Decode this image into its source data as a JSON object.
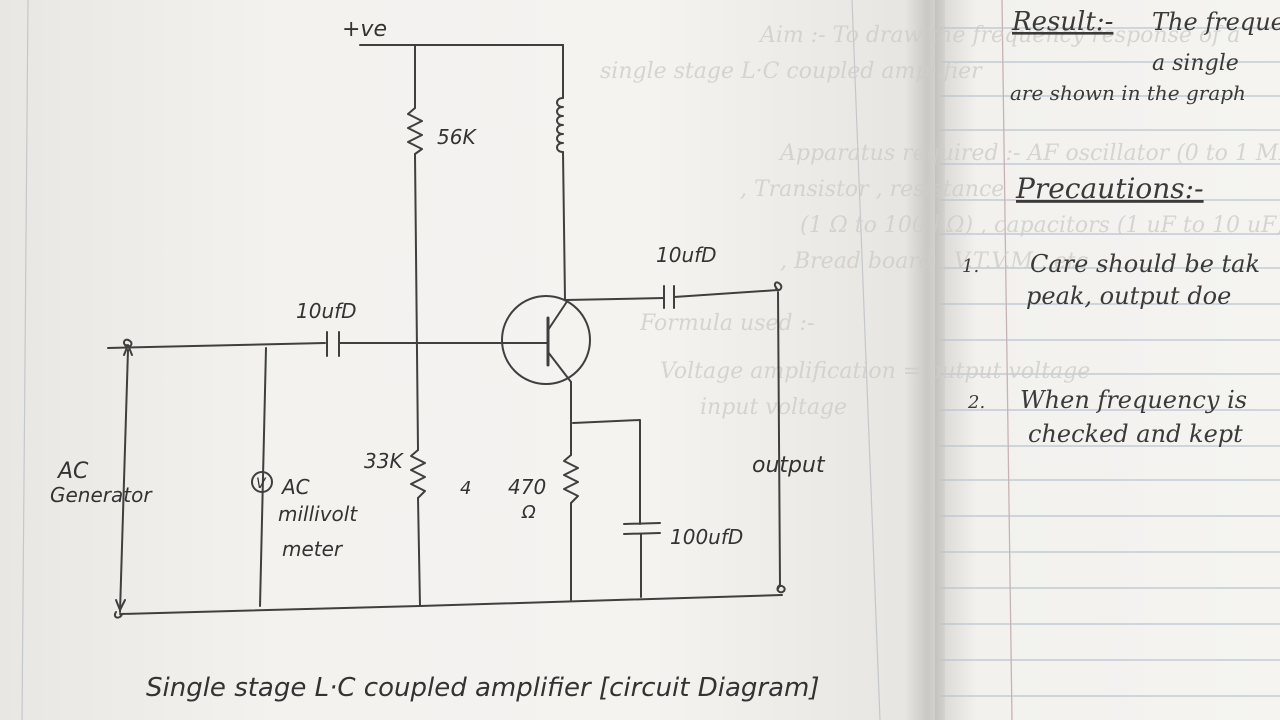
{
  "diagram": {
    "supply": "+ve",
    "r_top": "56K",
    "r_bottom": "33K",
    "r_emitter": "470",
    "ohm": "Ω",
    "c_in": "10ufD",
    "c_out": "10ufD",
    "c_emitter": "100ufD",
    "generator_1": "AC",
    "generator_2": "Generator",
    "meter_symbol": "V",
    "meter_1": "AC",
    "meter_2": "millivolt",
    "meter_3": "meter",
    "output": "output",
    "caption": "Single stage L·C coupled amplifier [circuit Diagram]",
    "stray_mark": "4"
  },
  "notes": {
    "result_heading": "Result:-",
    "result_line1": "The freque",
    "result_line2": "a single",
    "result_line3": "are shown in the graph",
    "precautions_heading": "Precautions:-",
    "p1_num": "1.",
    "p1_line1": "Care should be tak",
    "p1_line2": "peak, output doe",
    "p2_num": "2.",
    "p2_line1": "When frequency is",
    "p2_line2": "checked and kept"
  }
}
